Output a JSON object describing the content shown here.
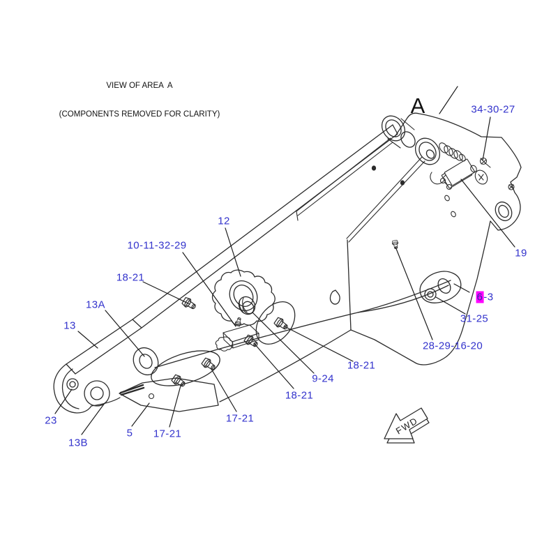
{
  "title": {
    "line1": "VIEW OF AREA  A",
    "line2": "(COMPONENTS REMOVED FOR CLARITY)"
  },
  "area_label": "A",
  "fwd_label": "FWD",
  "colors": {
    "callout_blue": "#3333cc",
    "highlight_magenta": "#ff00ff",
    "line_dark": "#2b2b2b",
    "background": "#ffffff"
  },
  "callouts": [
    {
      "text": "34-30-27"
    },
    {
      "text": "12"
    },
    {
      "text": "10-11-32-29"
    },
    {
      "text": "18-21"
    },
    {
      "text": "13A"
    },
    {
      "text": "13"
    },
    {
      "text": "23"
    },
    {
      "text": "13B"
    },
    {
      "text": "5"
    },
    {
      "text": "17-21"
    },
    {
      "text": "17-21"
    },
    {
      "text": "18-21"
    },
    {
      "text": "9-24"
    },
    {
      "text": "18-21"
    },
    {
      "text": "28-29-16-20"
    },
    {
      "text": "31-25"
    },
    {
      "text": "19"
    }
  ],
  "highlighted_callout": {
    "highlighted_text": "6",
    "rest_text": "-3"
  }
}
